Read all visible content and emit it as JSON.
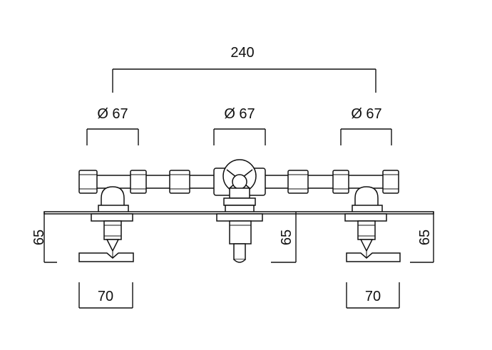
{
  "dimensions": {
    "overall_width": "240",
    "left_diameter": "Ø 67",
    "center_diameter": "Ø 67",
    "right_diameter": "Ø 67",
    "left_height": "65",
    "center_height": "65",
    "right_height": "65",
    "left_handle_width": "70",
    "right_handle_width": "70"
  },
  "colors": {
    "line": "#111111",
    "background": "#ffffff"
  }
}
